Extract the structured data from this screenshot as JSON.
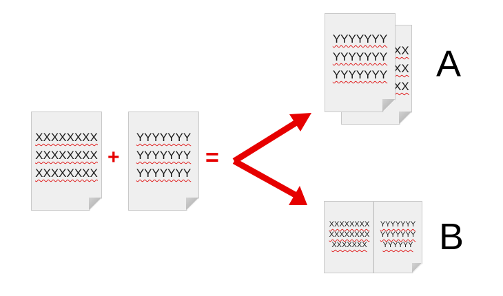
{
  "source_x": {
    "lines": [
      "XXXXXXXX",
      "XXXXXXXX",
      "XXXXXXXX"
    ]
  },
  "source_y": {
    "lines": [
      "YYYYYYY",
      "YYYYYYY",
      "YYYYYYY"
    ]
  },
  "plus_symbol": "+",
  "equals_symbol": "=",
  "option_a": {
    "label": "A",
    "front_lines": [
      "YYYYYYY",
      "YYYYYYY",
      "YYYYYYY"
    ],
    "back_lines": [
      "XX",
      "XX",
      "XX"
    ]
  },
  "option_b": {
    "label": "B",
    "left_lines": [
      "XXXXXXXX",
      "XXXXXXXX",
      "XXXXXXX"
    ],
    "right_lines": [
      "YYYYYYY",
      "YYYYYYY",
      "YYYYYY"
    ]
  },
  "colors": {
    "accent": "#e60000",
    "page": "#efefef",
    "spellcheck": "#e02020"
  }
}
